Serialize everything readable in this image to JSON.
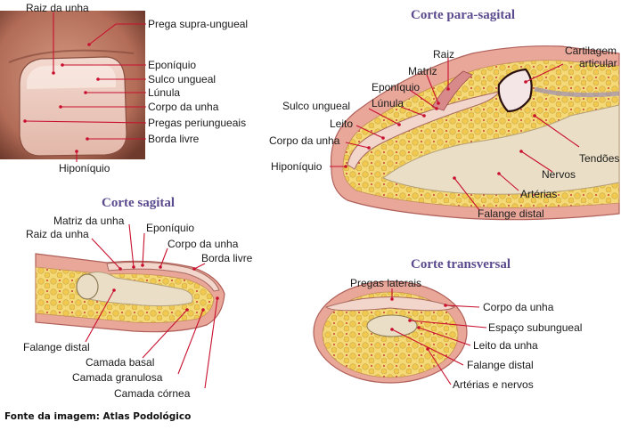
{
  "photo": {
    "labels": [
      "Raiz da unha",
      "Prega supra-ungueal",
      "Eponíquio",
      "Sulco ungueal",
      "Lúnula",
      "Corpo da unha",
      "Pregas periungueais",
      "Borda livre",
      "Hiponíquio"
    ]
  },
  "parasagittal": {
    "title": "Corte para-sagital",
    "labels": [
      "Raiz",
      "Matriz",
      "Eponíquio",
      "Lúnula",
      "Sulco ungueal",
      "Leito",
      "Corpo da unha",
      "Hiponíquio",
      "Cartilagem",
      "articular",
      "Tendões",
      "Nervos",
      "Artérias",
      "Falange distal"
    ]
  },
  "sagittal": {
    "title": "Corte sagital",
    "labels": [
      "Matriz da unha",
      "Eponíquio",
      "Raiz da unha",
      "Corpo da unha",
      "Borda livre",
      "Falange distal",
      "Camada basal",
      "Camada granulosa",
      "Camada córnea"
    ]
  },
  "transverse": {
    "title": "Corte transversal",
    "labels": [
      "Pregas laterais",
      "Corpo da unha",
      "Espaço subungueal",
      "Leito da unha",
      "Falange distal",
      "Artérias e nervos"
    ]
  },
  "source": "Fonte da imagem: Atlas Podológico",
  "colors": {
    "skin": "#e7a294",
    "skin_dark": "#c7786d",
    "fat": "#f4d36b",
    "bone": "#eadfc6",
    "nail": "#f1d6cf",
    "leader": "#c8102e",
    "title": "#5b4a8e"
  }
}
